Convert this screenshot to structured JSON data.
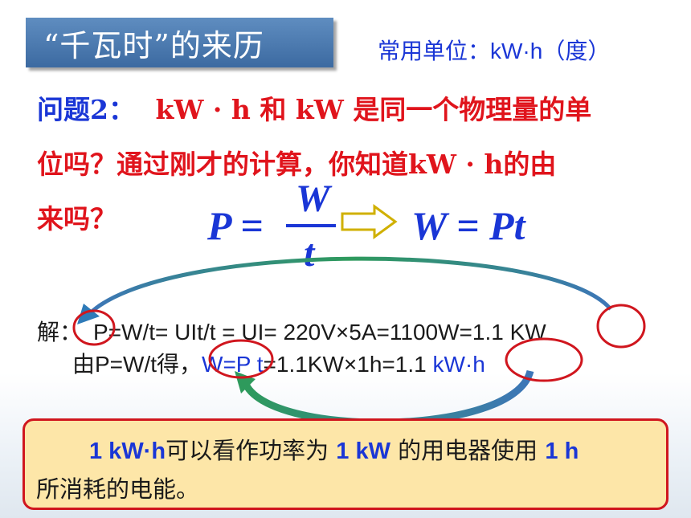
{
  "title": "“千瓦时”的来历",
  "unit_note": "常用单位：kW·h（度）",
  "question": {
    "label": "问题2：",
    "line1_red": "kW · h 和 kW 是同一个物理量的单",
    "line2": "位吗？通过刚才的计算，你知道kW · h的由",
    "line3": "来吗？"
  },
  "formula": {
    "p_eq": "P =",
    "numerator": "W",
    "denominator": "t",
    "result": "W = Pt"
  },
  "solution": {
    "line1_prefix": "解：",
    "line1_body": "P=W/t= UIt/t = UI= 220V×5A=1100W=1.1 KW",
    "line2_prefix": "由P=W/t得，",
    "line2_w": "W=P t",
    "line2_mid": "=1.1KW×1h=1.1 ",
    "line2_unit": "kW·h"
  },
  "note": {
    "indent_blue1": "1 kW·h",
    "text1": "可以看作功率为 ",
    "blue2": "1 kW",
    "text2": " 的用电器使用 ",
    "blue3": "1 h",
    "line2": "所消耗的电能。"
  },
  "colors": {
    "title_bg": "#4a78af",
    "blue_text": "#1a36d6",
    "red_text": "#e0141c",
    "note_bg": "#fde6a8",
    "arc_green": "#2e9a5c",
    "arc_blue": "#3d76b8",
    "arrow_outline": "#d0b000",
    "circle_red": "#d0161e"
  }
}
